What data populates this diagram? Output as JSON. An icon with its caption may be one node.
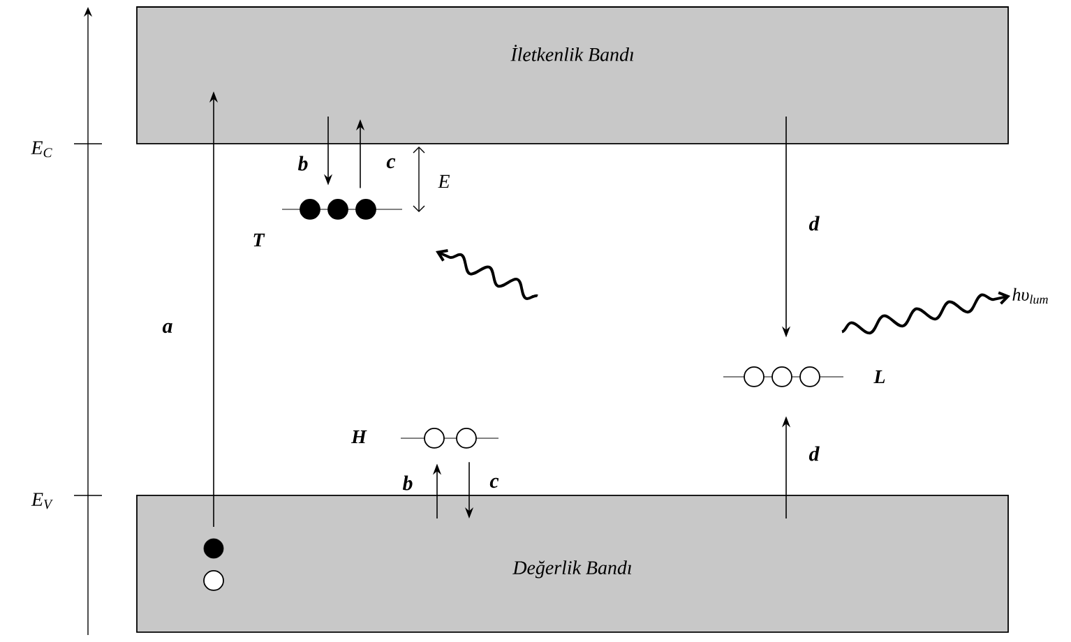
{
  "diagram": {
    "nodes": [
      {
        "text": [
          "İletkenlik Bandı"
        ]
      },
      {
        "text": [
          "Değerlik Bandı"
        ]
      },
      {
        "text": [],
        "shape": "bar",
        "beside": [
          "T"
        ]
      },
      {
        "text": [],
        "shape": "bar",
        "beside": [
          "H"
        ]
      },
      {
        "text": [],
        "shape": "bar",
        "beside": [
          "L"
        ]
      },
      {
        "text": [
          "hυ$_{lum}$"
        ]
      }
    ],
    "edges": [
      {
        "from": 1,
        "to": 0,
        "arrow": "to",
        "label": "a"
      },
      {
        "from": 0,
        "to": 2,
        "arrow": "to",
        "label": "b"
      },
      {
        "from": 2,
        "to": 0,
        "arrow": "to",
        "label": "c"
      },
      {
        "from": 1,
        "to": 3,
        "arrow": "to",
        "label": "b"
      },
      {
        "from": 3,
        "to": 1,
        "arrow": "to",
        "label": "c"
      },
      {
        "from": 0,
        "to": 4,
        "arrow": "to",
        "label": "d"
      },
      {
        "from": 1,
        "to": 4,
        "arrow": "to",
        "label": "d"
      },
      {
        "from": 4,
        "to": 5,
        "arrow": "to"
      }
    ],
    "labels": [
      "E$_{C}$",
      "E$_{V}$",
      "E"
    ]
  }
}
